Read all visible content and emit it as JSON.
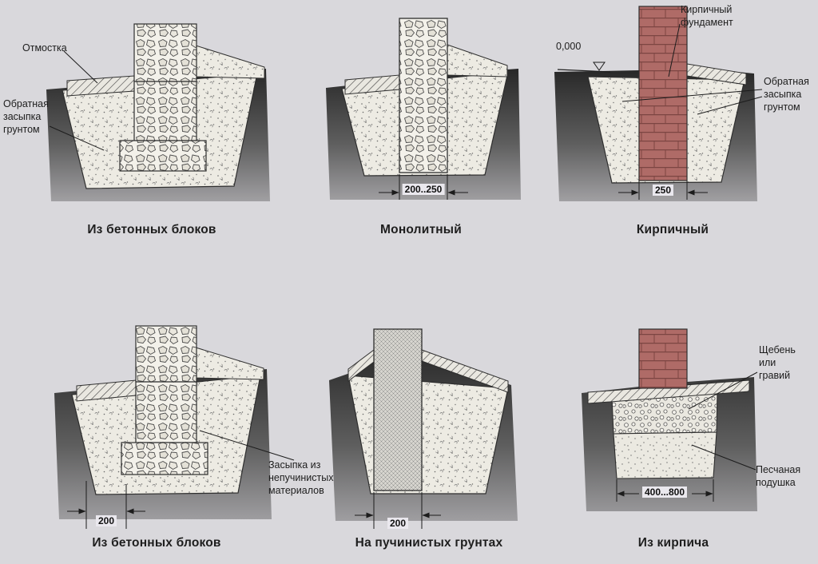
{
  "figure": {
    "description": "Types of house foundations, cross-sections"
  },
  "captions": {
    "top_left": "Из бетонных блоков",
    "top_middle": "Монолитный",
    "top_right": "Кирпичный",
    "bottom_left": "Из бетонных блоков",
    "bottom_middle": "На пучинистых грунтах",
    "bottom_right": "Из кирпича"
  },
  "labels": {
    "otmostka": "Отмостка",
    "backfill_left": "Обратная\nзасыпка\nгрунтом",
    "brick_foundation": "Кирпичный\nфундамент",
    "zero_level": "0,000",
    "backfill_right": "Обратная\nзасыпка\nгрунтом",
    "nonheaving_backfill": "Засыпка из\nнепучинистых\nматериалов",
    "gravel": "Щебень\nили\nгравий",
    "sand_cushion": "Песчаная\nподушка"
  },
  "dimensions": {
    "monolithic_width": "200..250",
    "brick_top_width": "250",
    "blocks_bottom_ledge": "200",
    "heaving_width": "200",
    "brick_pit_width": "400...800"
  },
  "colors": {
    "page_background": "#d9d8dc",
    "soil_dark": "#262626",
    "soil_light": "#a6a5a8",
    "concrete_fill": "#edebe3",
    "brick_fill": "#af6b67",
    "line_color": "#1c1c1c"
  }
}
